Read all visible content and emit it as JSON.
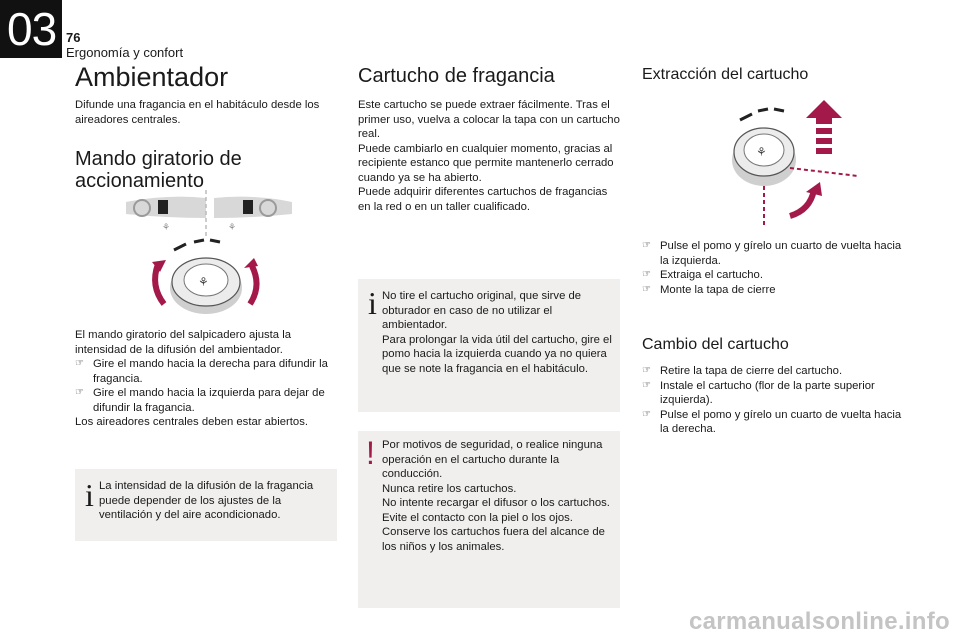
{
  "header": {
    "chapter": "03",
    "page_number": "76",
    "section": "Ergonomía y confort"
  },
  "col1": {
    "title": "Ambientador",
    "intro": "Difunde una fragancia en el habitáculo desde los aireadores centrales.",
    "subtitle": "Mando giratorio de accionamiento",
    "body": "El mando giratorio del salpicadero ajusta la intensidad de la difusión del ambientador.",
    "bullets": [
      "Gire el mando hacia la derecha para difundir la fragancia.",
      "Gire el mando hacia la izquierda para dejar de difundir la fragancia."
    ],
    "footer": "Los aireadores centrales deben estar abiertos.",
    "info": "La intensidad de la difusión de la fragancia puede depender de los ajustes de la ventilación y del aire acondicionado."
  },
  "col2": {
    "title": "Cartucho de fragancia",
    "body": "Este cartucho se puede extraer fácilmente. Tras el primer uso, vuelva a colocar la tapa con un cartucho real.\nPuede cambiarlo en cualquier momento, gracias al recipiente estanco que permite mantenerlo cerrado cuando ya se ha abierto.\nPuede adquirir diferentes cartuchos de fragancias en la red o en un taller cualificado.",
    "info": "No tire el cartucho original, que sirve de obturador en caso de no utilizar el ambientador.\nPara prolongar la vida útil del cartucho, gire el pomo hacia la izquierda cuando ya no quiera que se note la fragancia en el habitáculo.",
    "warning": "Por motivos de seguridad, o realice ninguna operación en el cartucho durante la conducción.\nNunca retire los cartuchos.\nNo intente recargar el difusor o los cartuchos.\nEvite el contacto con la piel o los ojos.\nConserve los cartuchos fuera del alcance de los niños y los animales."
  },
  "col3": {
    "title": "Extracción del cartucho",
    "bullets": [
      "Pulse el pomo y gírelo un cuarto de vuelta hacia la izquierda.",
      "Extraiga el cartucho.",
      "Monte la tapa de cierre"
    ],
    "subtitle": "Cambio del cartucho",
    "bullets2": [
      "Retire la tapa de cierre del cartucho.",
      "Instale el cartucho (flor de la parte superior izquierda).",
      "Pulse el pomo y gírelo un cuarto de vuelta hacia la derecha."
    ]
  },
  "icons": {
    "bullet": "pointing-finger-icon",
    "info": "info-icon",
    "warning": "warning-icon"
  },
  "colors": {
    "accent": "#a3194a",
    "box": "#f0efed"
  },
  "watermark": "carmanualsonline.info"
}
